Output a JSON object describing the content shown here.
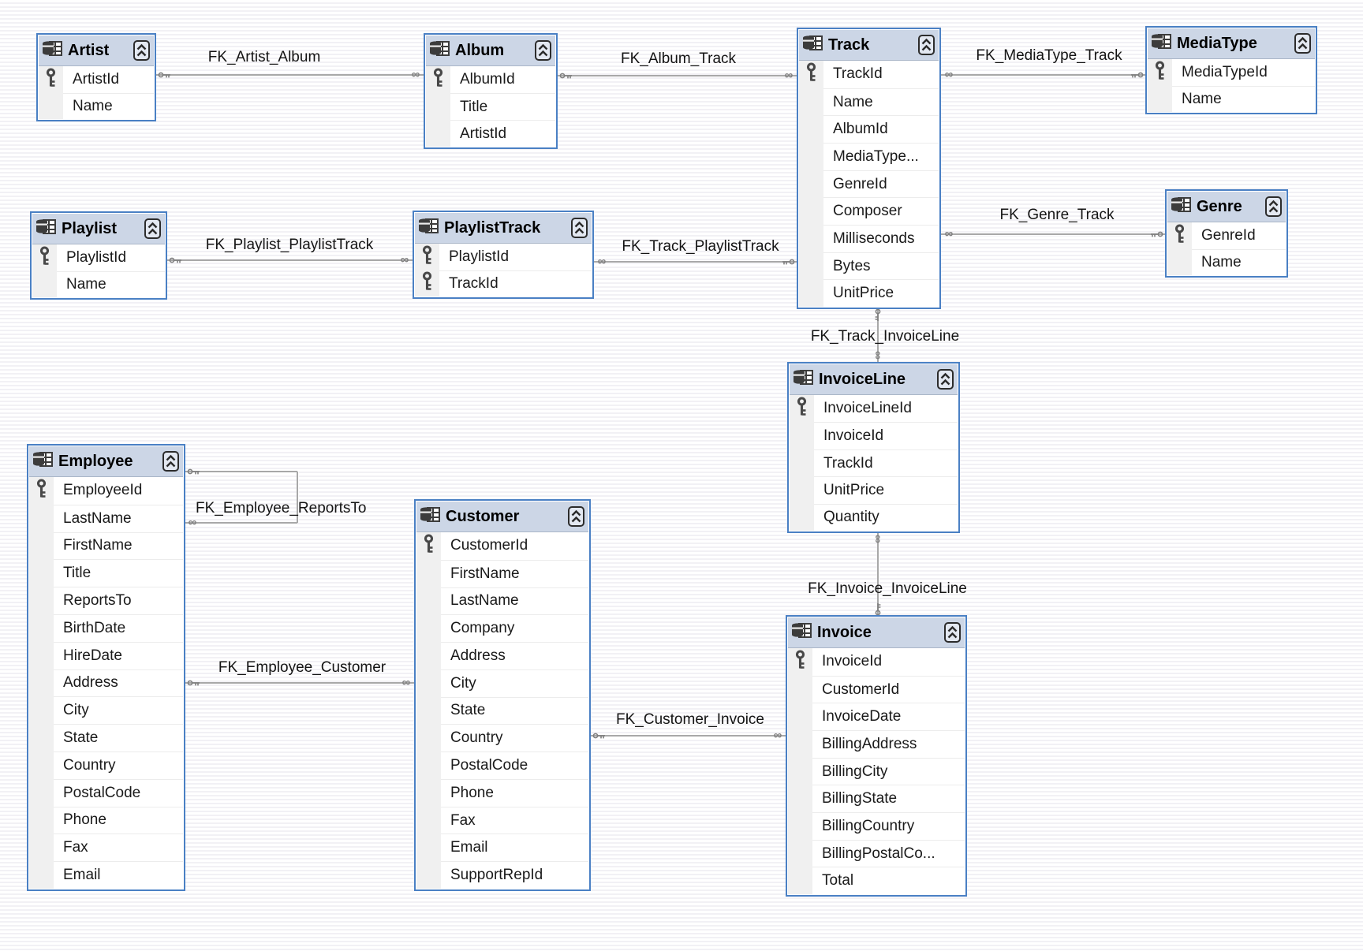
{
  "diagram": {
    "tables": [
      {
        "name": "Artist",
        "columns": [
          {
            "name": "ArtistId",
            "pk": true
          },
          {
            "name": "Name",
            "pk": false
          }
        ]
      },
      {
        "name": "Album",
        "columns": [
          {
            "name": "AlbumId",
            "pk": true
          },
          {
            "name": "Title",
            "pk": false
          },
          {
            "name": "ArtistId",
            "pk": false
          }
        ]
      },
      {
        "name": "Track",
        "columns": [
          {
            "name": "TrackId",
            "pk": true
          },
          {
            "name": "Name",
            "pk": false
          },
          {
            "name": "AlbumId",
            "pk": false
          },
          {
            "name": "MediaType...",
            "pk": false
          },
          {
            "name": "GenreId",
            "pk": false
          },
          {
            "name": "Composer",
            "pk": false
          },
          {
            "name": "Milliseconds",
            "pk": false
          },
          {
            "name": "Bytes",
            "pk": false
          },
          {
            "name": "UnitPrice",
            "pk": false
          }
        ]
      },
      {
        "name": "MediaType",
        "columns": [
          {
            "name": "MediaTypeId",
            "pk": true
          },
          {
            "name": "Name",
            "pk": false
          }
        ]
      },
      {
        "name": "Playlist",
        "columns": [
          {
            "name": "PlaylistId",
            "pk": true
          },
          {
            "name": "Name",
            "pk": false
          }
        ]
      },
      {
        "name": "PlaylistTrack",
        "columns": [
          {
            "name": "PlaylistId",
            "pk": true
          },
          {
            "name": "TrackId",
            "pk": true
          }
        ]
      },
      {
        "name": "Genre",
        "columns": [
          {
            "name": "GenreId",
            "pk": true
          },
          {
            "name": "Name",
            "pk": false
          }
        ]
      },
      {
        "name": "InvoiceLine",
        "columns": [
          {
            "name": "InvoiceLineId",
            "pk": true
          },
          {
            "name": "InvoiceId",
            "pk": false
          },
          {
            "name": "TrackId",
            "pk": false
          },
          {
            "name": "UnitPrice",
            "pk": false
          },
          {
            "name": "Quantity",
            "pk": false
          }
        ]
      },
      {
        "name": "Employee",
        "columns": [
          {
            "name": "EmployeeId",
            "pk": true
          },
          {
            "name": "LastName",
            "pk": false
          },
          {
            "name": "FirstName",
            "pk": false
          },
          {
            "name": "Title",
            "pk": false
          },
          {
            "name": "ReportsTo",
            "pk": false
          },
          {
            "name": "BirthDate",
            "pk": false
          },
          {
            "name": "HireDate",
            "pk": false
          },
          {
            "name": "Address",
            "pk": false
          },
          {
            "name": "City",
            "pk": false
          },
          {
            "name": "State",
            "pk": false
          },
          {
            "name": "Country",
            "pk": false
          },
          {
            "name": "PostalCode",
            "pk": false
          },
          {
            "name": "Phone",
            "pk": false
          },
          {
            "name": "Fax",
            "pk": false
          },
          {
            "name": "Email",
            "pk": false
          }
        ]
      },
      {
        "name": "Customer",
        "columns": [
          {
            "name": "CustomerId",
            "pk": true
          },
          {
            "name": "FirstName",
            "pk": false
          },
          {
            "name": "LastName",
            "pk": false
          },
          {
            "name": "Company",
            "pk": false
          },
          {
            "name": "Address",
            "pk": false
          },
          {
            "name": "City",
            "pk": false
          },
          {
            "name": "State",
            "pk": false
          },
          {
            "name": "Country",
            "pk": false
          },
          {
            "name": "PostalCode",
            "pk": false
          },
          {
            "name": "Phone",
            "pk": false
          },
          {
            "name": "Fax",
            "pk": false
          },
          {
            "name": "Email",
            "pk": false
          },
          {
            "name": "SupportRepId",
            "pk": false
          }
        ]
      },
      {
        "name": "Invoice",
        "columns": [
          {
            "name": "InvoiceId",
            "pk": true
          },
          {
            "name": "CustomerId",
            "pk": false
          },
          {
            "name": "InvoiceDate",
            "pk": false
          },
          {
            "name": "BillingAddress",
            "pk": false
          },
          {
            "name": "BillingCity",
            "pk": false
          },
          {
            "name": "BillingState",
            "pk": false
          },
          {
            "name": "BillingCountry",
            "pk": false
          },
          {
            "name": "BillingPostalCo...",
            "pk": false
          },
          {
            "name": "Total",
            "pk": false
          }
        ]
      }
    ],
    "relationships": [
      {
        "label": "FK_Artist_Album",
        "pk_table": "Artist",
        "fk_table": "Album"
      },
      {
        "label": "FK_Album_Track",
        "pk_table": "Album",
        "fk_table": "Track"
      },
      {
        "label": "FK_MediaType_Track",
        "pk_table": "MediaType",
        "fk_table": "Track"
      },
      {
        "label": "FK_Genre_Track",
        "pk_table": "Genre",
        "fk_table": "Track"
      },
      {
        "label": "FK_Playlist_PlaylistTrack",
        "pk_table": "Playlist",
        "fk_table": "PlaylistTrack"
      },
      {
        "label": "FK_Track_PlaylistTrack",
        "pk_table": "Track",
        "fk_table": "PlaylistTrack"
      },
      {
        "label": "FK_Track_InvoiceLine",
        "pk_table": "Track",
        "fk_table": "InvoiceLine"
      },
      {
        "label": "FK_Invoice_InvoiceLine",
        "pk_table": "Invoice",
        "fk_table": "InvoiceLine"
      },
      {
        "label": "FK_Customer_Invoice",
        "pk_table": "Customer",
        "fk_table": "Invoice"
      },
      {
        "label": "FK_Employee_Customer",
        "pk_table": "Employee",
        "fk_table": "Customer"
      },
      {
        "label": "FK_Employee_ReportsTo",
        "pk_table": "Employee",
        "fk_table": "Employee"
      }
    ],
    "icons": {
      "table_icon": "database-table-icon",
      "collapse_icon": "collapse-chevrons-icon",
      "primary_key_icon": "key-icon",
      "one_side_glyph": "key-end-glyph",
      "many_side_glyph": "infinity-end-glyph",
      "many_side_symbol": "∞"
    },
    "colors": {
      "table_border": "#4a80c4",
      "header_bg": "#ccd6e6",
      "gutter_bg": "#f0f0f0",
      "row_bg": "#ffffff",
      "relationship_line": "#a8a8a8",
      "label_text": "#141414",
      "canvas_stripe": "#f2f1f5"
    }
  }
}
